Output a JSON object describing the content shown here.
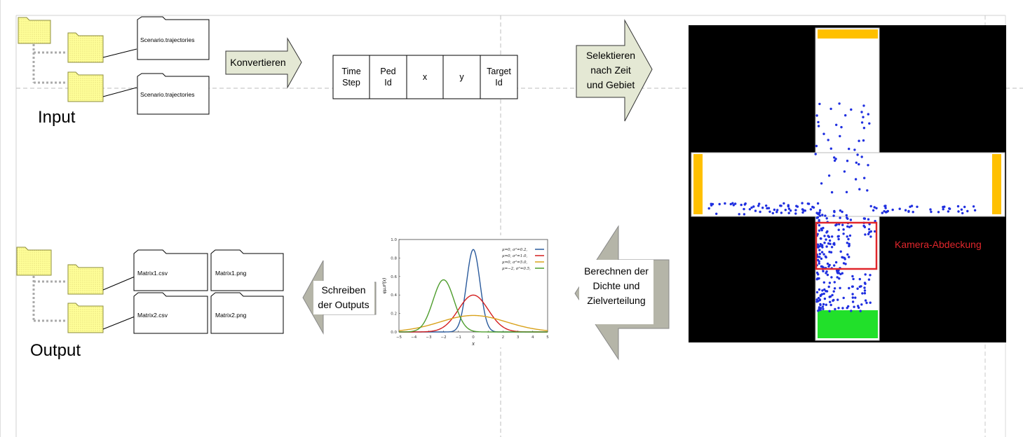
{
  "labels": {
    "input": "Input",
    "output": "Output",
    "camera": "Kamera-Abdeckung"
  },
  "input_files": [
    "Scenario.trajectories",
    "Scenario.trajectories"
  ],
  "output_files": [
    "Matrix1.csv",
    "Matrix1.png",
    "Matrix2.csv",
    "Matrix2.png"
  ],
  "steps": {
    "convert": "Konvertieren",
    "select": [
      "Selektieren",
      "nach Zeit",
      "und Gebiet"
    ],
    "compute": [
      "Berechnen der",
      "Dichte und",
      "Zielverteilung"
    ],
    "write": [
      "Schreiben",
      "der Outputs"
    ]
  },
  "table_header": [
    [
      "Time",
      "Step"
    ],
    [
      "Ped",
      "Id"
    ],
    [
      "x"
    ],
    [
      "y"
    ],
    [
      "Target",
      "Id"
    ]
  ],
  "chart_data": {
    "type": "line",
    "xlabel": "x",
    "ylabel": "φμ,σ²(x)",
    "xlim": [
      -5,
      5
    ],
    "ylim": [
      0,
      1.0
    ],
    "xticks": [
      "−5",
      "−4",
      "−3",
      "−2",
      "−1",
      "0",
      "1",
      "2",
      "3",
      "4",
      "5"
    ],
    "yticks": [
      "0.0",
      "0.2",
      "0.4",
      "0.6",
      "0.8",
      "1.0"
    ],
    "legend_position": "top-right",
    "series": [
      {
        "name": "μ=0,  σ²=0.2,",
        "mu": 0,
        "var": 0.2,
        "color": "#2a5a9c"
      },
      {
        "name": "μ=0,  σ²=1.0,",
        "mu": 0,
        "var": 1.0,
        "color": "#d41f1f"
      },
      {
        "name": "μ=0,  σ²=5.0,",
        "mu": 0,
        "var": 5.0,
        "color": "#d9a21b"
      },
      {
        "name": "μ=−2, σ²=0.5,",
        "mu": -2,
        "var": 0.5,
        "color": "#4e9d2d"
      }
    ]
  },
  "colors": {
    "folder_fill": "#ffff99",
    "folder_stroke": "#8c8c3c",
    "arrow_fill": "#e4e8d4",
    "arrow_fill_dark": "#b5b5a8",
    "pedestrian": "#1f2fe0",
    "target_zone": "#ffc000",
    "source_zone": "#21e02a",
    "camera_box": "#e0262b"
  }
}
